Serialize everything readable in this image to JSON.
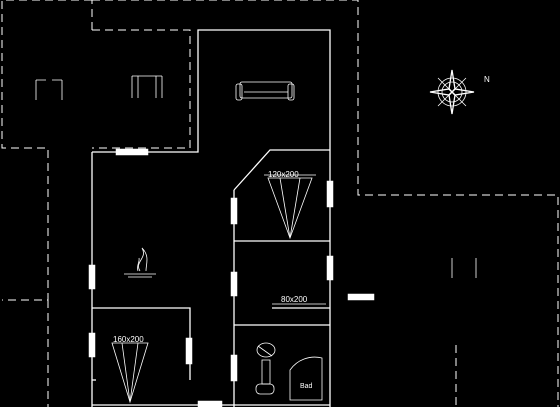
{
  "plan": {
    "labels": {
      "bed_upper": "120x200",
      "bed_lower": "160x200",
      "bunk": "80x200",
      "bath": "Bad",
      "compass_north": "N"
    }
  }
}
